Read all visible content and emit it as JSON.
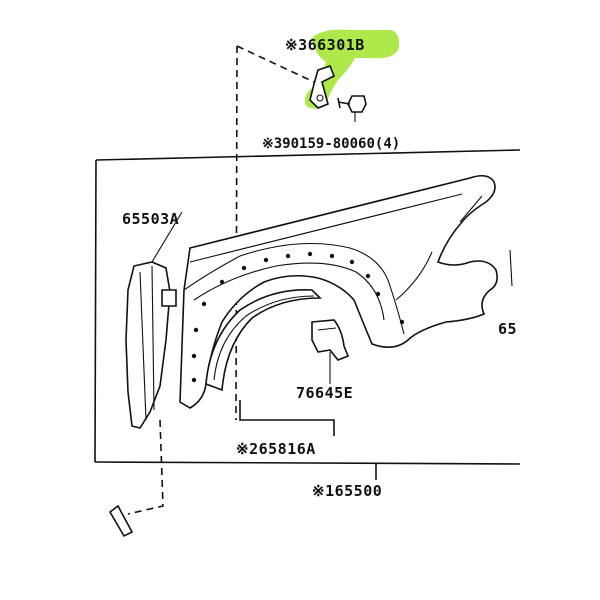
{
  "highlight_color": "#aee84a",
  "parts": {
    "bracket": {
      "prefix": "※3",
      "code": "66301B"
    },
    "bolt": {
      "prefix": "※3",
      "code": "90159-80060(4)"
    },
    "mudguard_seal": {
      "code": "65503A"
    },
    "side_clip": {
      "code": "65"
    },
    "liner_bracket": {
      "code": "76645E"
    },
    "wheel_liner": {
      "prefix": "※2",
      "code": "65816A"
    },
    "fender_panel": {
      "prefix": "※1",
      "code": "65500"
    }
  }
}
